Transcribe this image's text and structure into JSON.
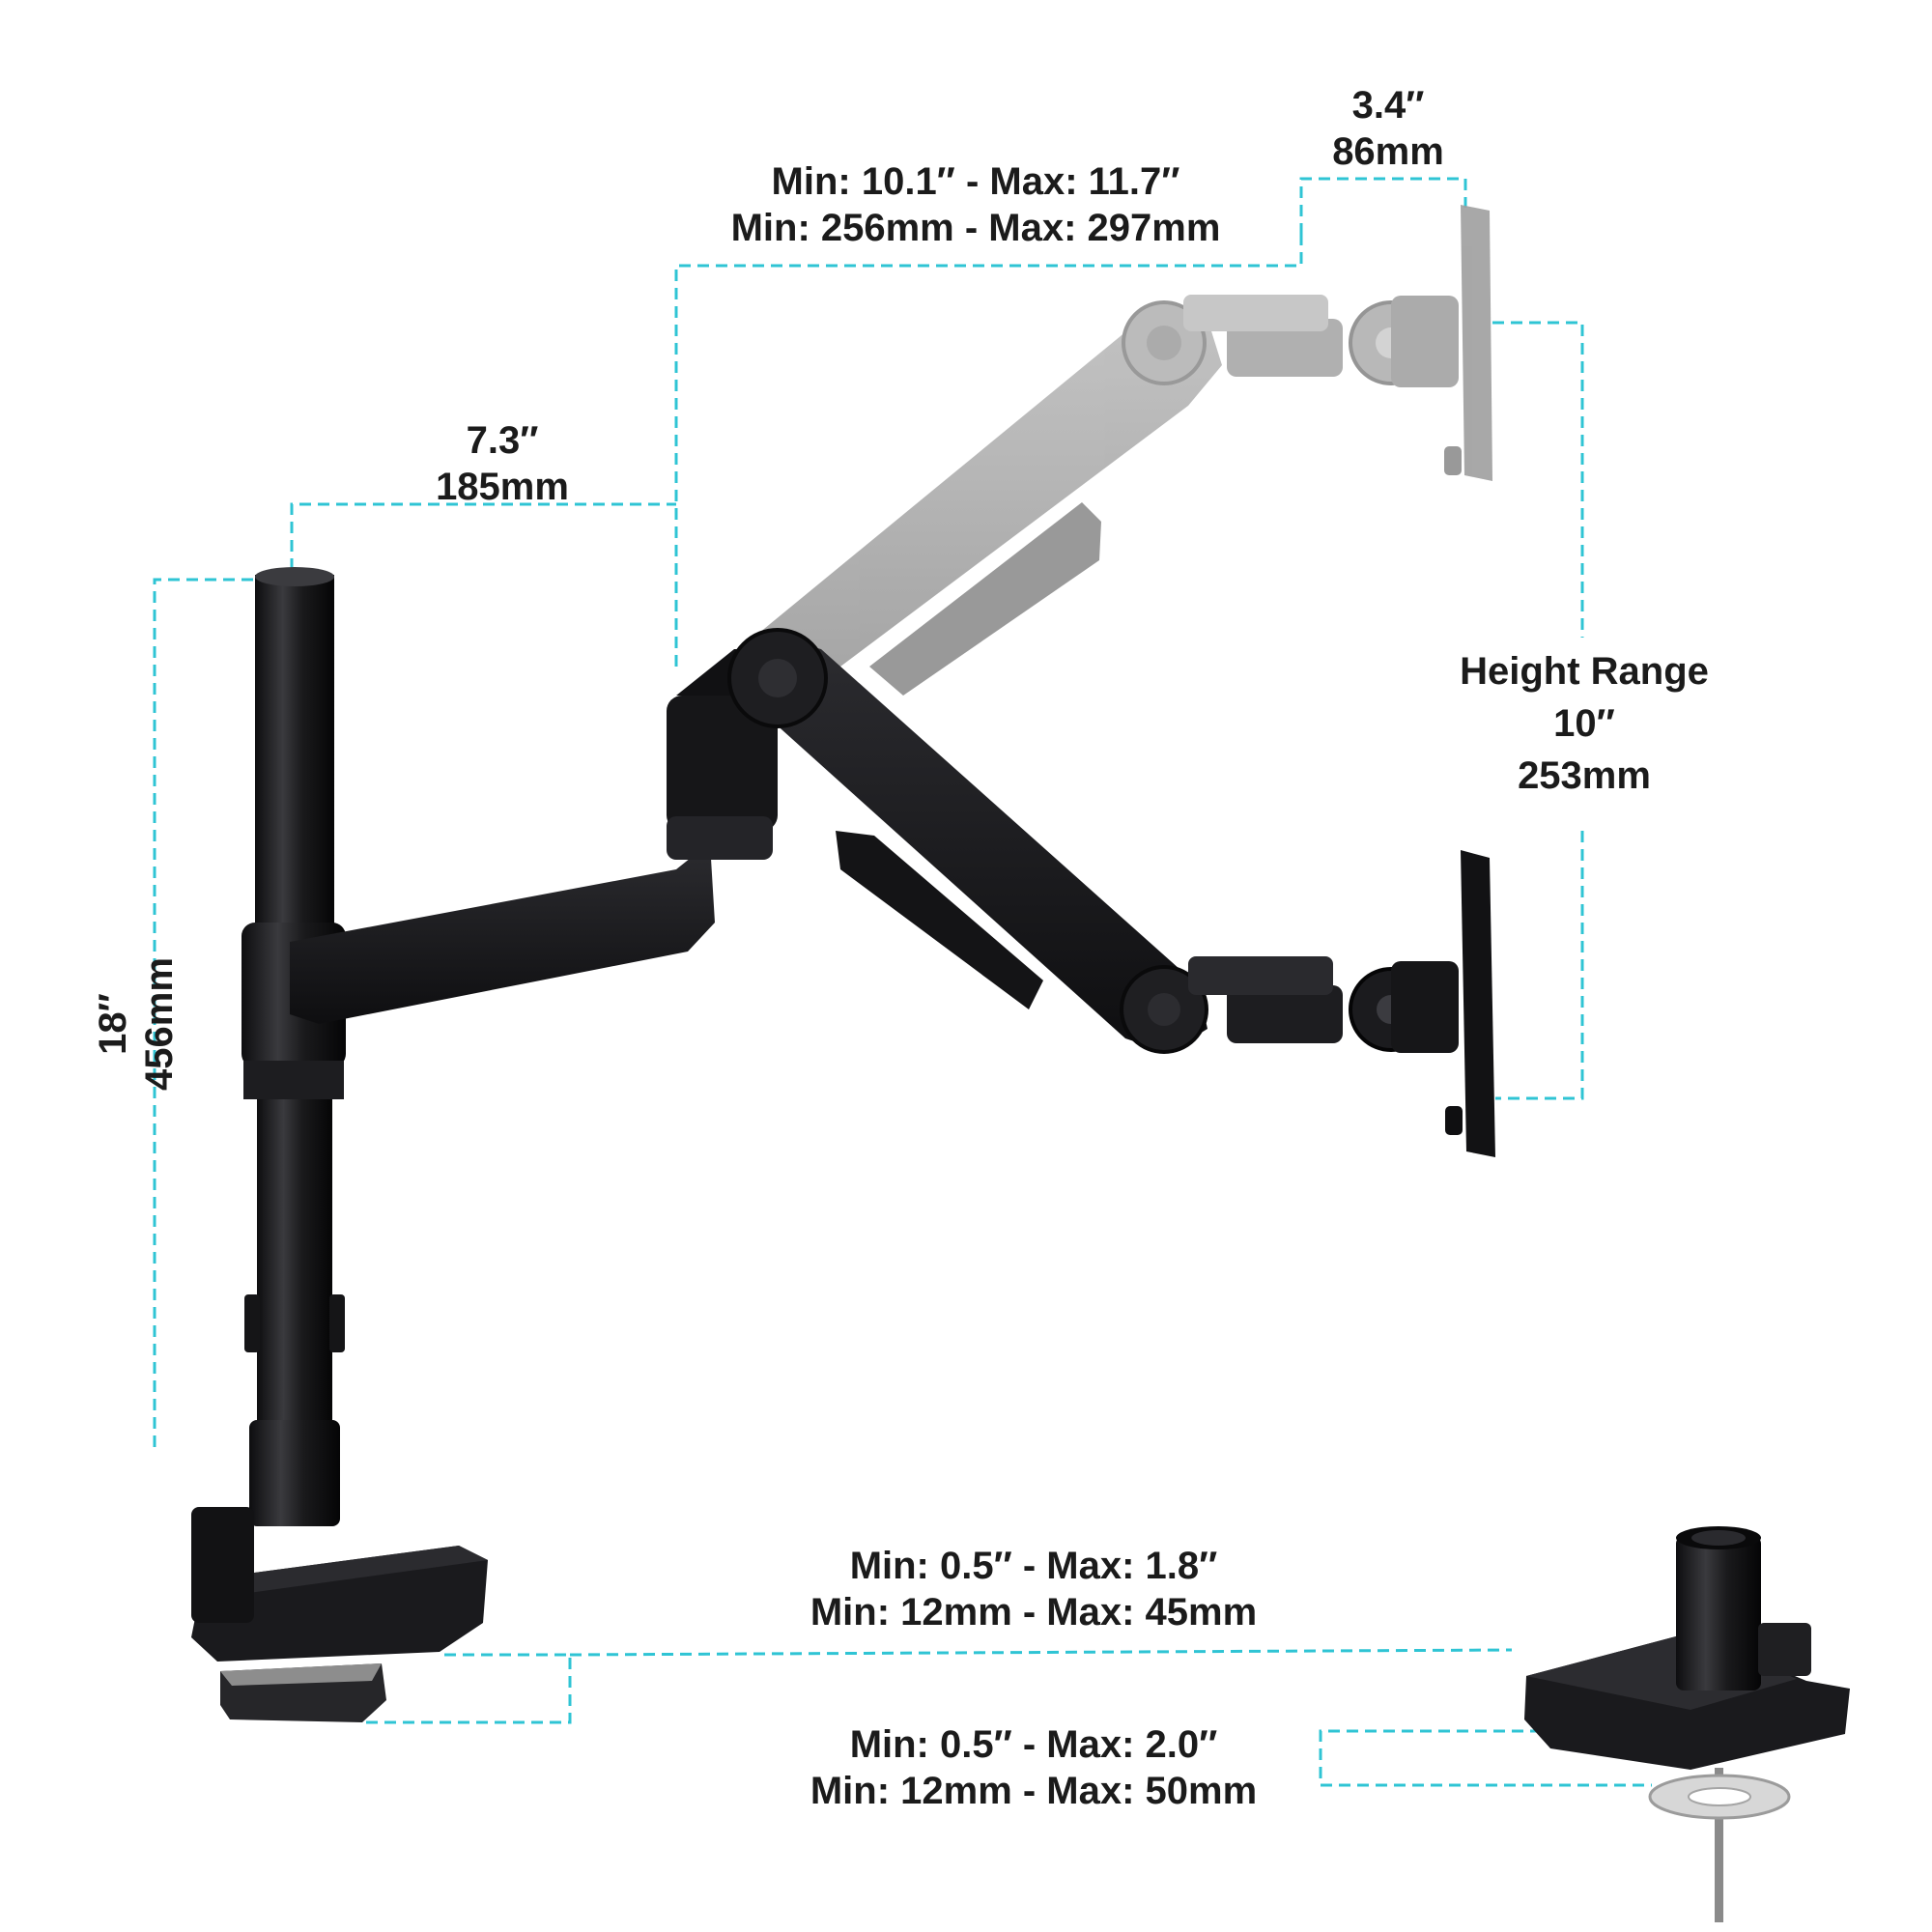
{
  "labels": {
    "monitor_depth": {
      "imperial": "3.4″",
      "metric": "86mm"
    },
    "arm2_reach": {
      "imperial": "Min: 10.1″ - Max: 11.7″",
      "metric": "Min: 256mm - Max: 297mm"
    },
    "arm1_reach": {
      "imperial": "7.3″",
      "metric": "185mm"
    },
    "pole_height": {
      "imperial": "18″",
      "metric": "456mm"
    },
    "height_range": {
      "title": "Height Range",
      "imperial": "10″",
      "metric": "253mm"
    },
    "clamp_thickness": {
      "imperial": "Min: 0.5″ - Max: 1.8″",
      "metric": "Min: 12mm - Max: 45mm"
    },
    "grommet_thickness": {
      "imperial": "Min: 0.5″ - Max: 2.0″",
      "metric": "Min: 12mm - Max: 50mm"
    }
  },
  "colors": {
    "dimension_line": "#2fc4d4",
    "arm_black": "#1c1c1e",
    "arm_ghost": "#a7a7a7",
    "text": "#1b1b1b"
  }
}
